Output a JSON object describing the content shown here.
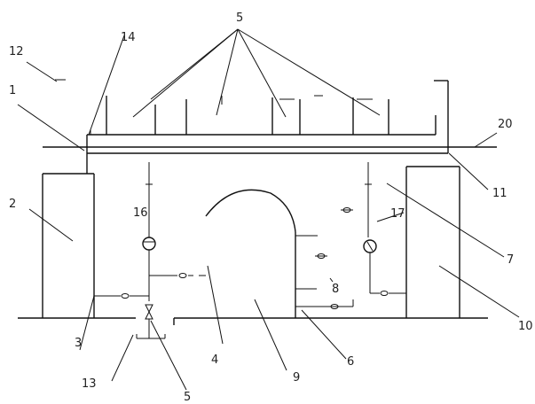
{
  "diagram": {
    "labels": {
      "l1": "1",
      "l2": "2",
      "l3": "3",
      "l4": "4",
      "l5a": "5",
      "l5b": "5",
      "l6": "6",
      "l7": "7",
      "l8": "8",
      "l9": "9",
      "l10": "10",
      "l11": "11",
      "l12": "12",
      "l13": "13",
      "l14": "14",
      "l16": "16",
      "l17": "17",
      "l20": "20"
    }
  }
}
